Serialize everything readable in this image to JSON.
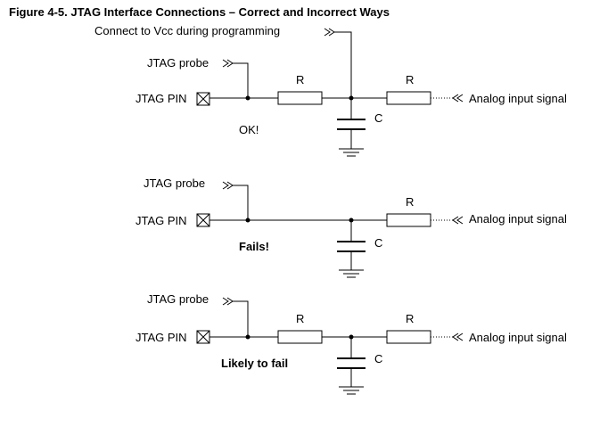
{
  "figure": {
    "title": "Figure 4-5.  JTAG Interface Connections – Correct and Incorrect Ways"
  },
  "circuits": [
    {
      "vcc_label": "Connect to Vcc during programming",
      "probe_label": "JTAG probe",
      "pin_label": "JTAG PIN",
      "resistor1_label": "R",
      "resistor2_label": "R",
      "capacitor_label": "C",
      "input_label": "Analog input signal",
      "status": "OK!"
    },
    {
      "probe_label": "JTAG probe",
      "pin_label": "JTAG PIN",
      "resistor2_label": "R",
      "capacitor_label": "C",
      "input_label": "Analog input signal",
      "status": "Fails!"
    },
    {
      "probe_label": "JTAG probe",
      "pin_label": "JTAG PIN",
      "resistor1_label": "R",
      "resistor2_label": "R",
      "capacitor_label": "C",
      "input_label": "Analog input signal",
      "status": "Likely to fail"
    }
  ]
}
